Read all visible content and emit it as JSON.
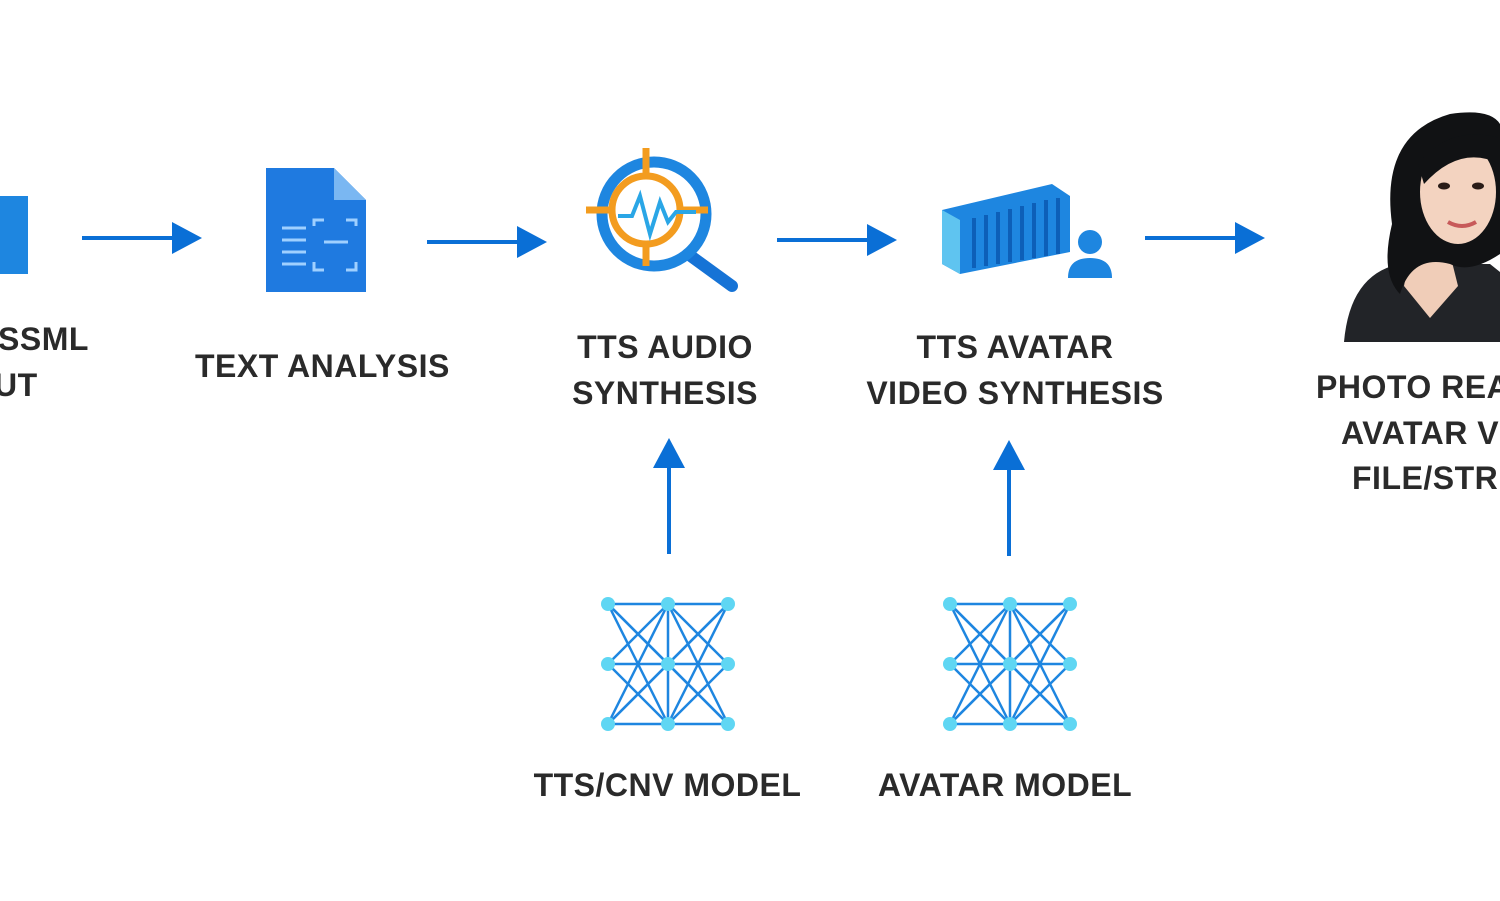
{
  "colors": {
    "arrow": "#0a6fd6",
    "icon_blue": "#1e86e0",
    "icon_light": "#5fd6f3",
    "accent_orange": "#f39c1f",
    "text": "#2a2a2a"
  },
  "nodes": {
    "input": {
      "line1": "SSML",
      "line2": "UT",
      "icon": "document-icon"
    },
    "text_analysis": {
      "label": "TEXT ANALYSIS",
      "icon": "text-document-icon"
    },
    "audio_synthesis": {
      "line1": "TTS AUDIO",
      "line2": "SYNTHESIS",
      "icon": "audio-search-icon"
    },
    "video_synthesis": {
      "line1": "TTS AVATAR",
      "line2": "VIDEO SYNTHESIS",
      "icon": "container-user-icon"
    },
    "output": {
      "line1": "PHOTO REA",
      "line2": "AVATAR V",
      "line3": "FILE/STRE",
      "icon": "avatar-photo"
    }
  },
  "models": {
    "tts_model": {
      "label": "TTS/CNV MODEL",
      "icon": "neural-network-icon"
    },
    "avatar_model": {
      "label": "AVATAR MODEL",
      "icon": "neural-network-icon"
    }
  }
}
